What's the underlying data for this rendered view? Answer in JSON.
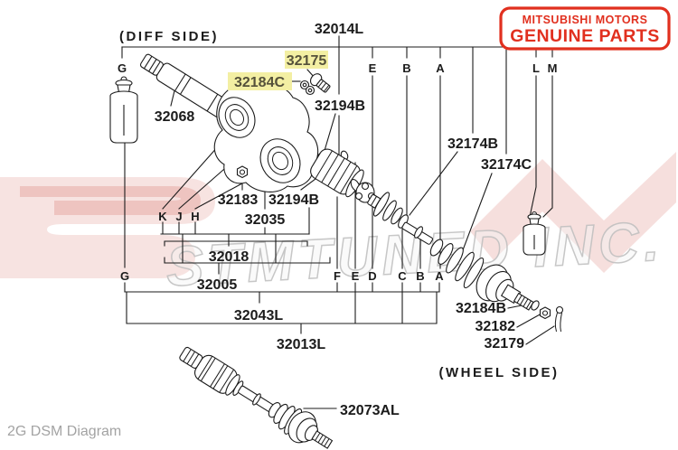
{
  "plate": {
    "line1": "MITSUBISHI MOTORS",
    "line2": "GENUINE PARTS"
  },
  "side_labels": {
    "diff_side": "(DIFF SIDE)",
    "wheel_side": "(WHEEL SIDE)"
  },
  "caption": "2G DSM Diagram",
  "watermark": "STMTUNED INC.",
  "colors": {
    "line": "#1b1b1b",
    "plate_red": "#e1301f",
    "highlight_yellow": "#f3efa3",
    "caption_gray": "#a3a3a3",
    "watermark_red": "#c8382a",
    "watermark_gray": "#bdbdbd"
  },
  "highlighted_parts": [
    "32175",
    "32184C"
  ],
  "parts": {
    "p32014L": "32014L",
    "p32175": "32175",
    "p32184C": "32184C",
    "p32194B_top": "32194B",
    "p32068": "32068",
    "p32174B": "32174B",
    "p32174C": "32174C",
    "p32183": "32183",
    "p32194B_mid": "32194B",
    "p32035": "32035",
    "p32018": "32018",
    "p32005": "32005",
    "p32043L": "32043L",
    "p32013L": "32013L",
    "p32184B": "32184B",
    "p32182": "32182",
    "p32179": "32179",
    "p32073AL": "32073AL"
  },
  "ref_letters": {
    "top": {
      "g": "G",
      "e": "E",
      "b": "B",
      "a": "A",
      "l": "L",
      "m": "M"
    },
    "mid": {
      "k": "K",
      "j": "J",
      "h": "H"
    },
    "bottom": {
      "g": "G",
      "f": "F",
      "e": "E",
      "d": "D",
      "c": "C",
      "b": "B",
      "a": "A"
    }
  }
}
